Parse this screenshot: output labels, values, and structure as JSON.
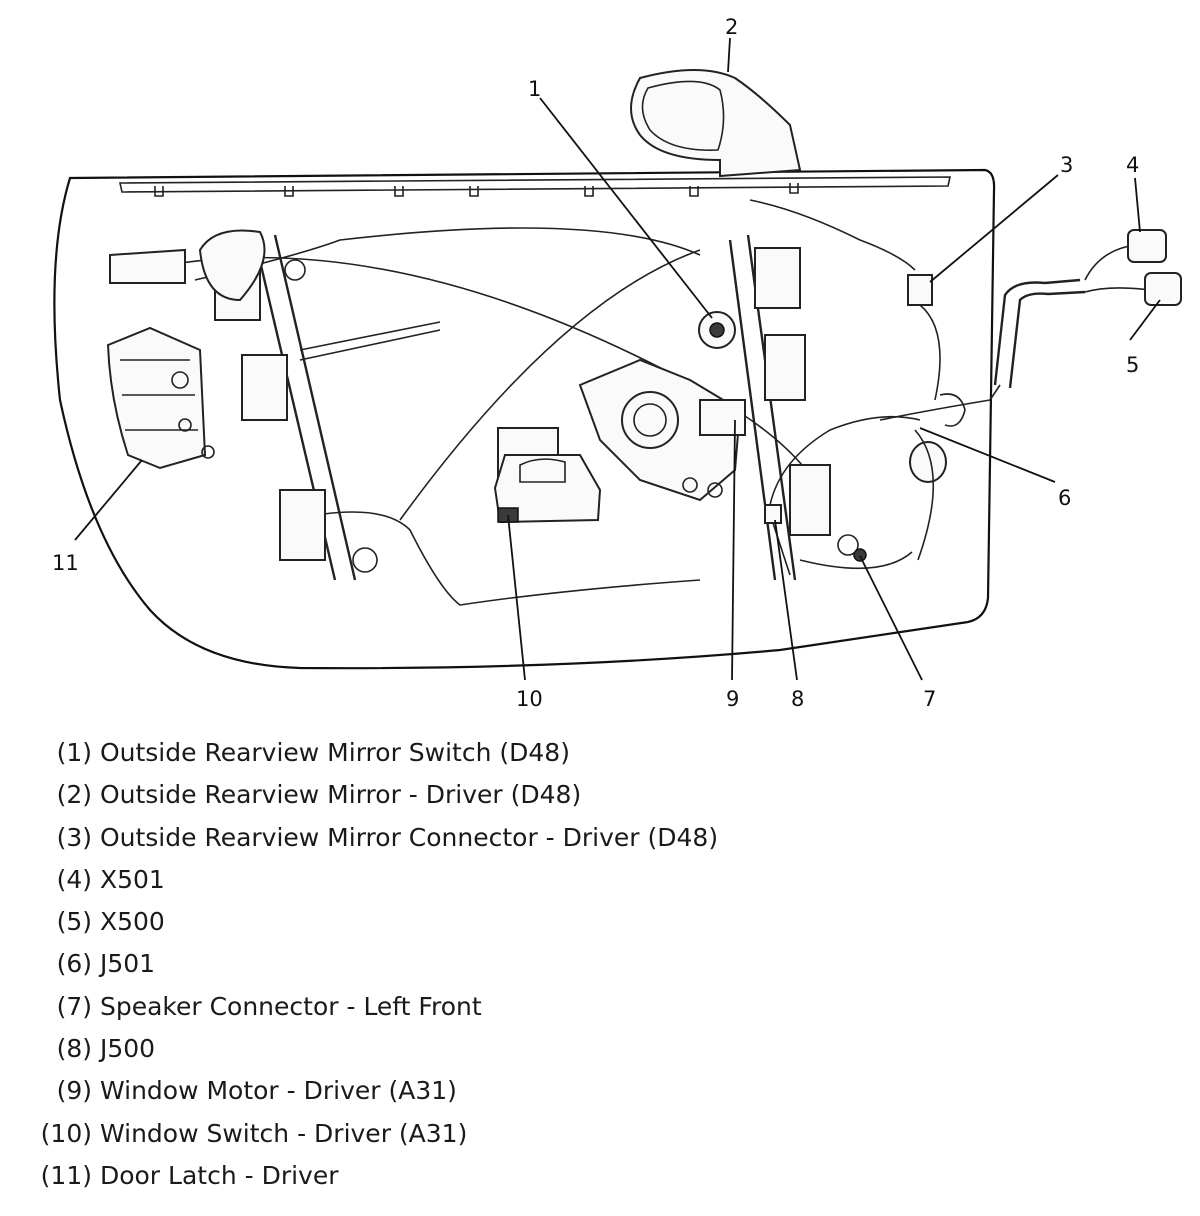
{
  "callouts": [
    "1",
    "2",
    "3",
    "4",
    "5",
    "6",
    "7",
    "8",
    "9",
    "10",
    "11"
  ],
  "legend": [
    {
      "num": "(1)",
      "text": "Outside Rearview Mirror Switch (D48)"
    },
    {
      "num": "(2)",
      "text": "Outside Rearview Mirror - Driver (D48)"
    },
    {
      "num": "(3)",
      "text": "Outside Rearview Mirror Connector - Driver (D48)"
    },
    {
      "num": "(4)",
      "text": "X501"
    },
    {
      "num": "(5)",
      "text": "X500"
    },
    {
      "num": "(6)",
      "text": "J501"
    },
    {
      "num": "(7)",
      "text": "Speaker Connector - Left Front"
    },
    {
      "num": "(8)",
      "text": "J500"
    },
    {
      "num": "(9)",
      "text": "Window Motor - Driver (A31)"
    },
    {
      "num": "(10)",
      "text": "Window Switch - Driver (A31)"
    },
    {
      "num": "(11)",
      "text": "Door Latch - Driver"
    }
  ]
}
